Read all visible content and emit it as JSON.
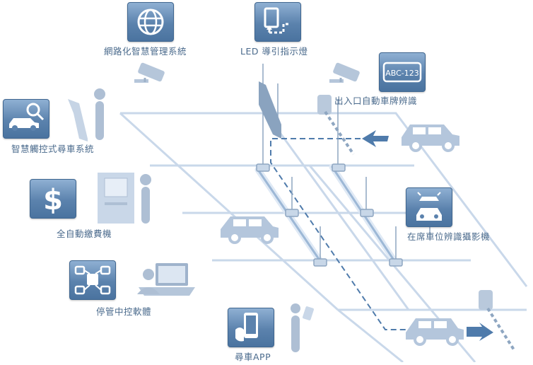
{
  "labels": {
    "network": "網路化智慧管理系統",
    "led": "LED 導引指示燈",
    "entrance": "出入口自動車牌辨識",
    "touch": "智慧觸控式尋車系統",
    "payment": "全自動繳費機",
    "camera": "在席車位辨識攝影機",
    "control": "停管中控軟體",
    "app": "尋車APP"
  },
  "plate_text": "ABC-123",
  "colors": {
    "line": "#c9d8ea",
    "accent": "#4a739f",
    "dashed": "#4f7bab",
    "figure": "#aebfd4"
  },
  "icons": {
    "network": "globe-network-icon",
    "led": "led-guide-display-icon",
    "entrance": "license-plate-icon",
    "touch": "car-search-icon",
    "payment": "dollar-sign-icon",
    "camera": "parking-camera-icon",
    "control": "network-hub-icon",
    "app": "smartphone-hand-icon"
  }
}
